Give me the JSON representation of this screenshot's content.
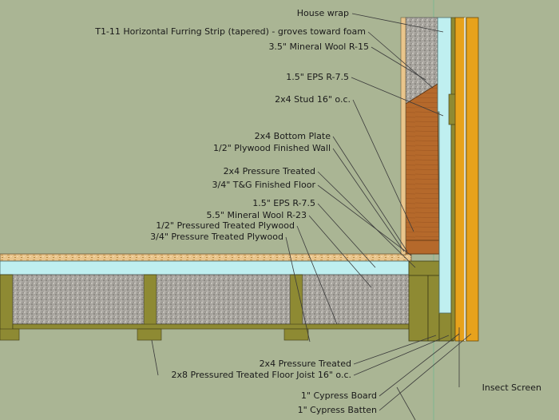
{
  "labels": {
    "house_wrap": "House wrap",
    "t111": "T1-11 Horizontal Furring Strip (tapered) - groves toward foam",
    "mineral_wool_r15": "3.5\" Mineral Wool R-15",
    "eps_wall": "1.5\" EPS R-7.5",
    "stud": "2x4 Stud 16\" o.c.",
    "bottom_plate": "2x4 Bottom Plate",
    "plywood_wall": "1/2\" Plywood Finished Wall",
    "pressure_treated_wall": "2x4 Pressure Treated",
    "tg_floor": "3/4\" T&G Finished Floor",
    "eps_floor": "1.5\" EPS R-7.5",
    "mineral_wool_r23": "5.5\" Mineral Wool R-23",
    "pt_plywood_half": "1/2\" Pressured Treated Plywood",
    "pt_plywood_34": "3/4\" Pressure Treated Plywood",
    "pressure_treated_rim": "2x4 Pressure Treated",
    "floor_joist": "2x8 Pressured Treated Floor Joist 16\" o.c.",
    "cypress_board": "1\" Cypress Board",
    "cypress_batten": "1\" Cypress Batten",
    "insect_screen": "Insect Screen"
  },
  "colors": {
    "background": "#aab594",
    "insulation": "#a8a59f",
    "eps_foam": "#bfeff0",
    "plywood": "#e8c48a",
    "stud_wood": "#b0672a",
    "pressure_treated": "#8a8a2e",
    "cypress": "#e7a21c",
    "leader": "#3a3a3a"
  }
}
